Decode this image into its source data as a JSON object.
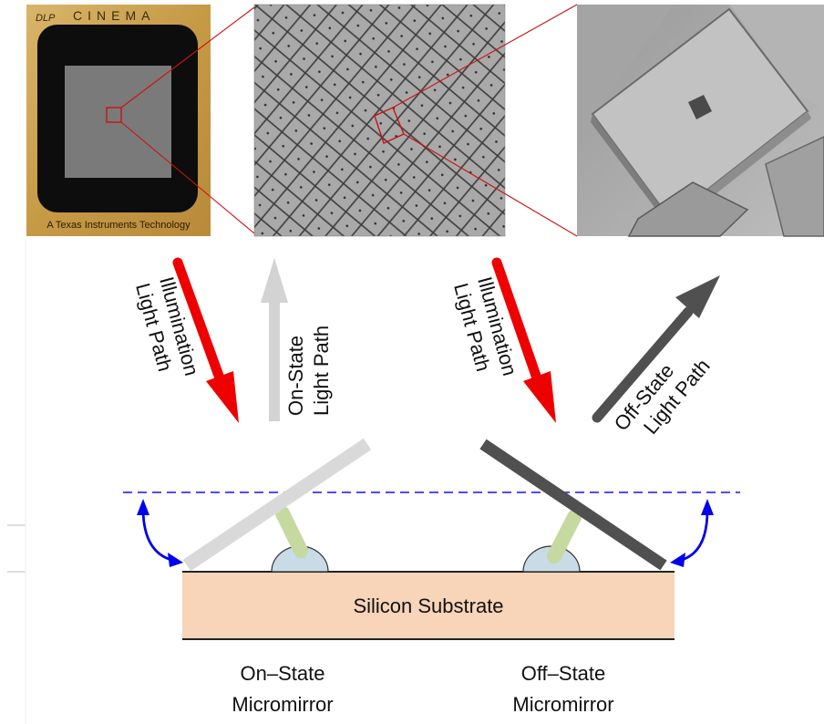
{
  "chip_photo": {
    "brand_text": "CINEMA",
    "logo_text": "DLP",
    "footer_text": "A Texas Instruments Technology"
  },
  "labels": {
    "illumination_left": [
      "Illumination",
      "Light Path"
    ],
    "on_state_path": [
      "On-State",
      "Light Path"
    ],
    "illumination_right": [
      "Illumination",
      "Light Path"
    ],
    "off_state_path": [
      "Off-State",
      "Light Path"
    ],
    "substrate": "Silicon Substrate",
    "on_state_mirror": [
      "On–State",
      "Micromirror"
    ],
    "off_state_mirror": [
      "Off–State",
      "Micromirror"
    ]
  },
  "colors": {
    "illumination_arrow": "#ee0000",
    "on_state_arrow": "#d3d3d3",
    "off_state_arrow": "#505050",
    "substrate_fill": "#f8d4b8",
    "post_fill": "#c5d9a0",
    "hinge_fill": "#c8dbe6",
    "reference_line": "#3333ff",
    "zoom_lines": "#cc1111"
  }
}
